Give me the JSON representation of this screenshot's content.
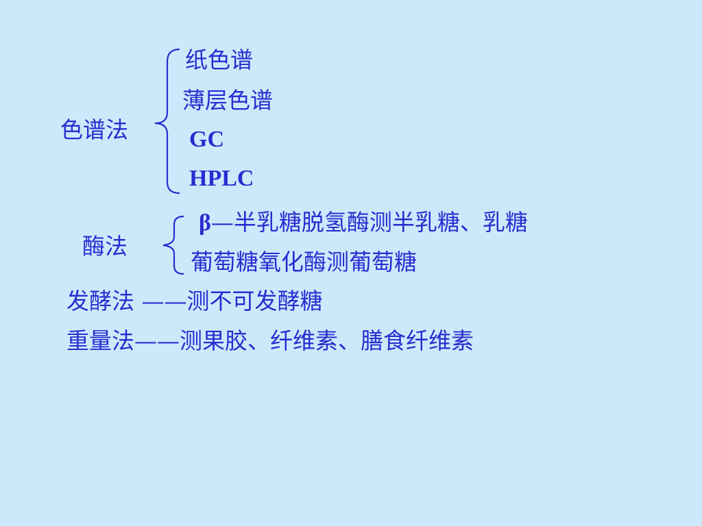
{
  "slide": {
    "chromatography": {
      "label": "色谱法",
      "items": [
        "纸色谱",
        "薄层色谱",
        "GC",
        "HPLC"
      ]
    },
    "enzymatic": {
      "label": "酶法",
      "beta": "β",
      "dash": "—",
      "items": [
        "半乳糖脱氢酶测半乳糖、乳糖",
        "葡萄糖氧化酶测葡萄糖"
      ]
    },
    "fermentation": {
      "line": "发酵法 ——测不可发酵糖"
    },
    "gravimetric": {
      "line": "重量法——测果胶、纤维素、膳食纤维素"
    }
  }
}
